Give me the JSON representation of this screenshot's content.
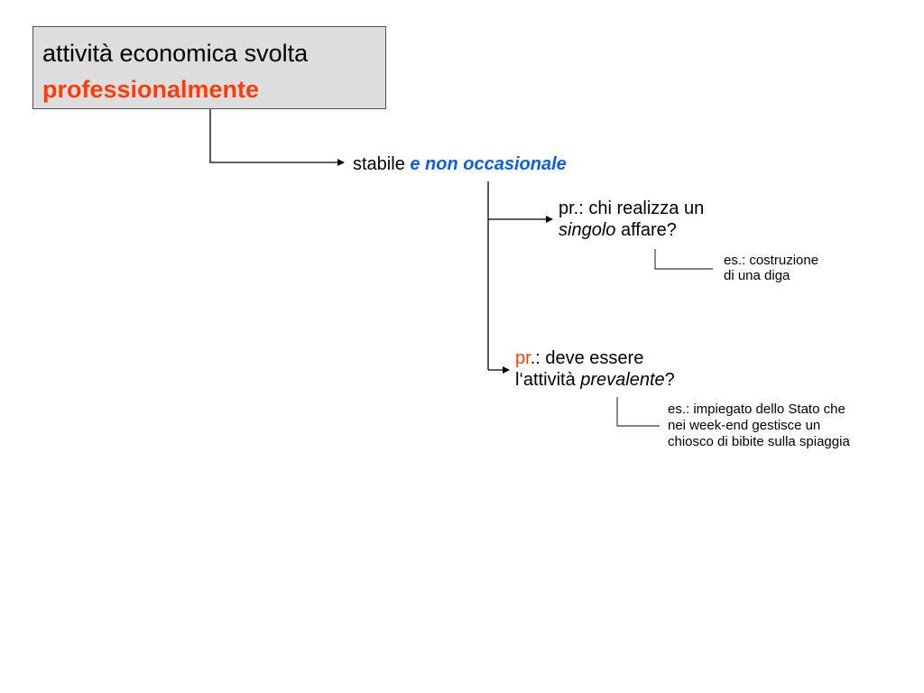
{
  "title_box": {
    "line1": "attività economica svolta",
    "line2": "professionalmente"
  },
  "stable": {
    "plain": "stabile ",
    "emphasis": "e non occasionale"
  },
  "question1": {
    "line1": "pr.: chi realizza un",
    "line2_italic": "singolo",
    "line2_rest": " affare?"
  },
  "example1": {
    "line1": "es.: costruzione",
    "line2": "di una diga"
  },
  "question2": {
    "prefix": "pr",
    "line1_rest": ".: deve essere",
    "line2_start": "l‘attività ",
    "line2_italic": "prevalente",
    "line2_end": "?"
  },
  "example2": {
    "line1": "es.: impiegato dello Stato che",
    "line2": "nei week-end gestisce un",
    "line3": "chiosco di bibite sulla spiaggia"
  },
  "colors": {
    "box_fill": "#dddddd",
    "accent_red": "#ff3d0a",
    "accent_blue": "#0a5fe8"
  }
}
